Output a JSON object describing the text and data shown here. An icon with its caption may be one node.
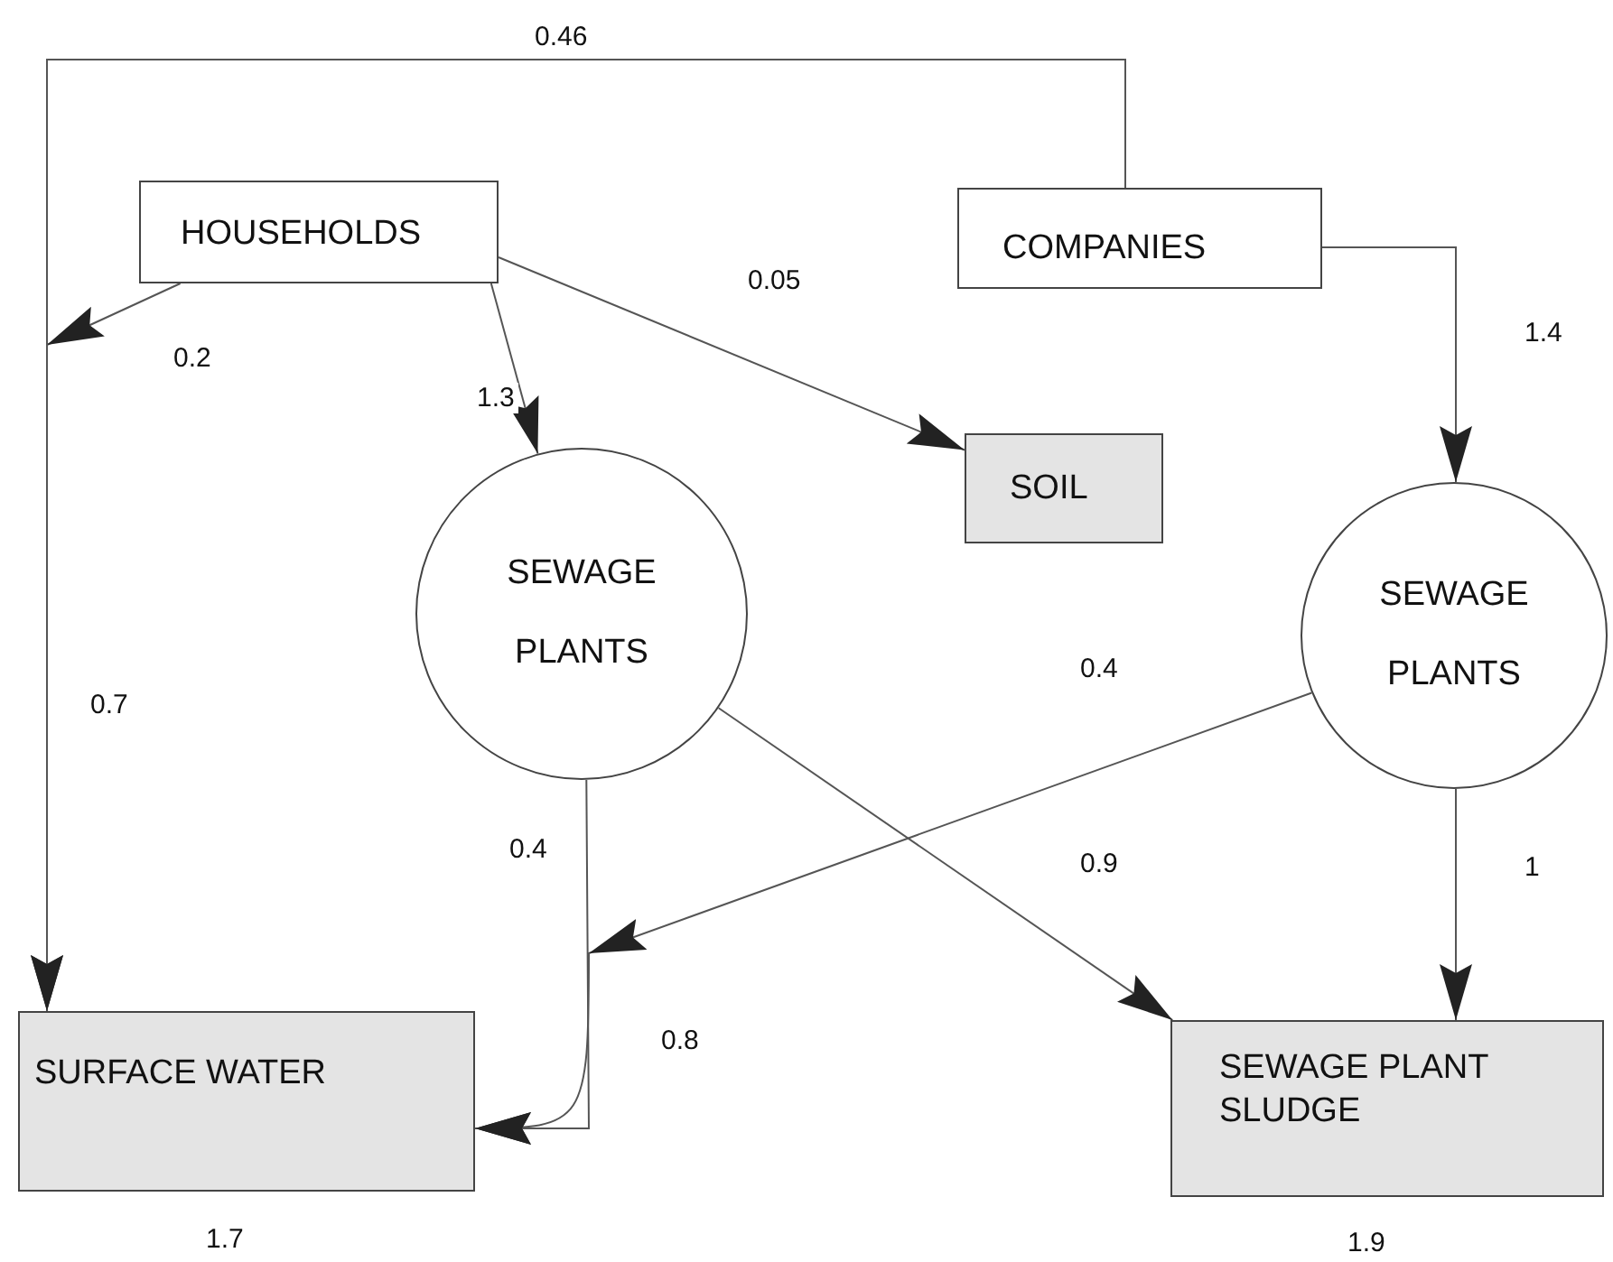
{
  "diagram": {
    "nodes": [
      {
        "text": [
          "HOUSEHOLDS"
        ]
      },
      {
        "text": [
          "COMPANIES"
        ]
      },
      {
        "text": [
          "SOIL"
        ]
      },
      {
        "text": [
          "SEWAGE PLANTS"
        ]
      },
      {
        "text": [
          "SEWAGE PLANTS"
        ]
      },
      {
        "text": [
          "SURFACE WATER"
        ],
        "beside": [
          "1.7"
        ]
      },
      {
        "text": [
          "SEWAGE PLANT SLUDGE"
        ],
        "beside": [
          "1.9"
        ]
      }
    ],
    "edges": [
      {
        "from": 0,
        "to": 3,
        "arrow": "to",
        "label": "1.3"
      },
      {
        "from": 0,
        "to": 2,
        "arrow": "to",
        "label": "0.05"
      },
      {
        "from": 0,
        "to": 5,
        "arrow": "to",
        "label": "0.2"
      },
      {
        "from": 1,
        "to": 5,
        "arrow": "to",
        "label": "0.46"
      },
      {
        "from": 1,
        "to": 4,
        "arrow": "to",
        "label": "1.4"
      },
      {
        "from": 3,
        "to": 6,
        "arrow": "to",
        "label": "0.9"
      },
      {
        "from": 4,
        "to": 5,
        "arrow": "to",
        "label": "0.4"
      },
      {
        "from": 4,
        "to": 6,
        "arrow": "to",
        "label": "1"
      },
      {
        "from": 3,
        "to": 5,
        "arrow": "to",
        "label": "0.4"
      }
    ],
    "labels": [
      "0.7",
      "0.8"
    ]
  }
}
